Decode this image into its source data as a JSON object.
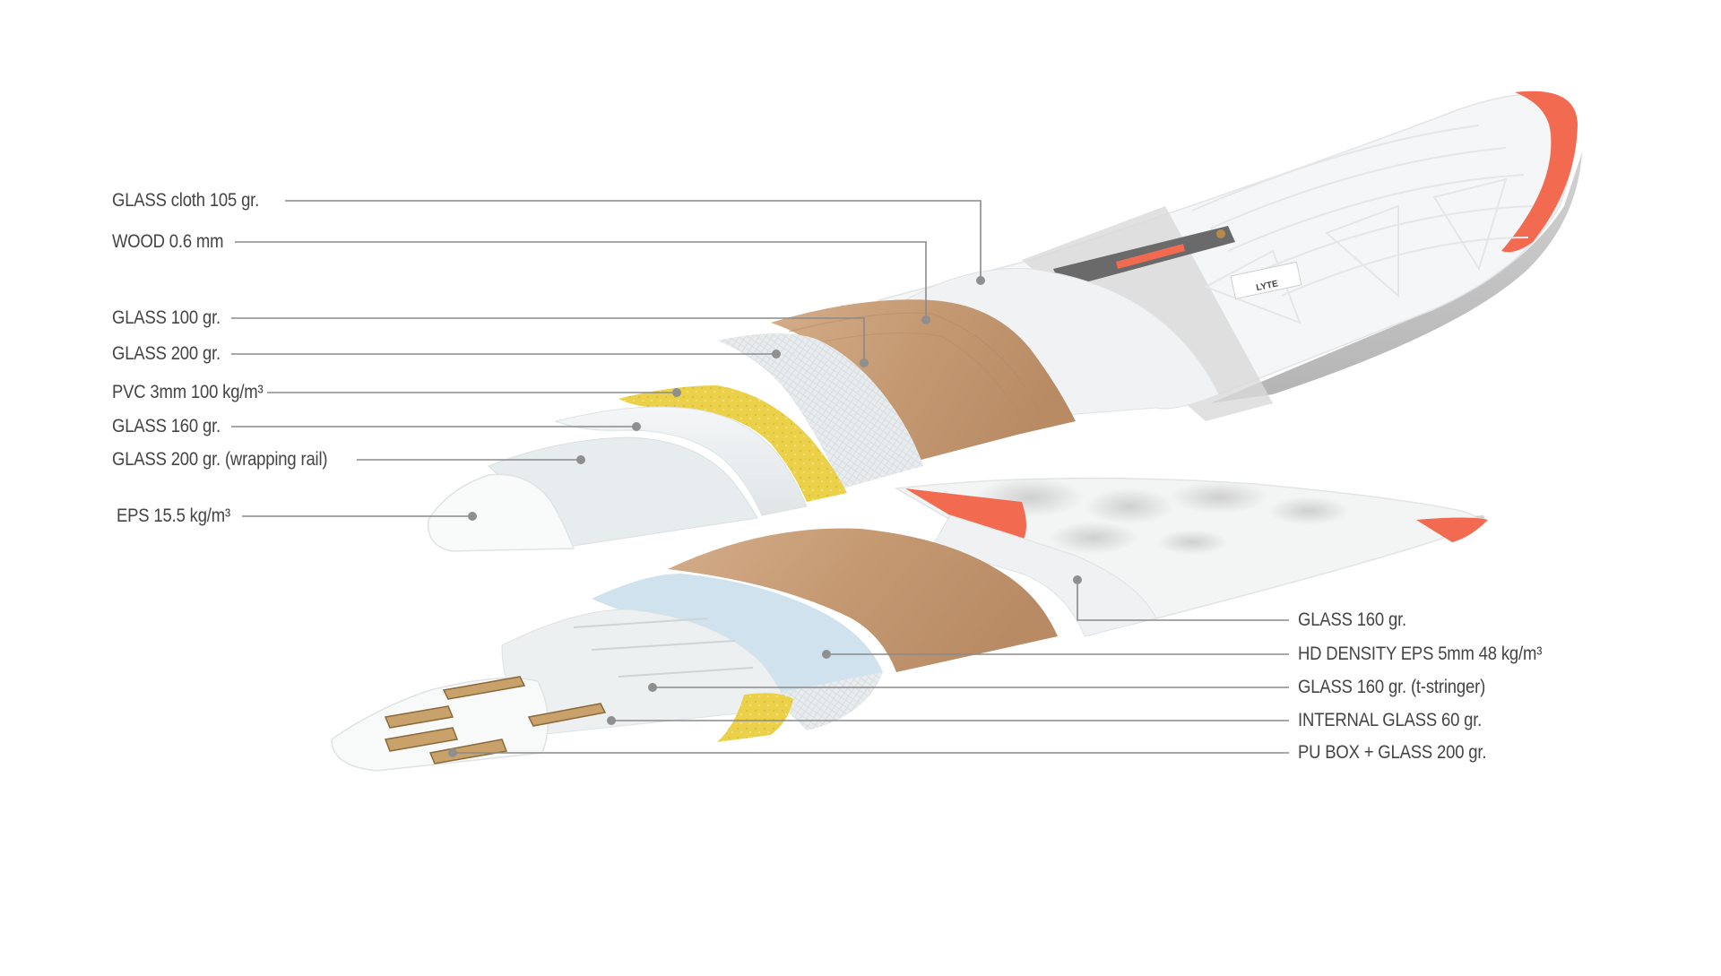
{
  "labels": {
    "top": [
      {
        "id": "glass-cloth-105",
        "text": "GLASS cloth 105 gr."
      },
      {
        "id": "wood-06",
        "text": "WOOD 0.6 mm"
      },
      {
        "id": "glass-100",
        "text": "GLASS 100 gr."
      },
      {
        "id": "glass-200",
        "text": "GLASS 200 gr."
      },
      {
        "id": "pvc-3mm",
        "text": "PVC 3mm 100 kg/m³"
      },
      {
        "id": "glass-160",
        "text": "GLASS 160 gr."
      },
      {
        "id": "glass-200-wrap",
        "text": "GLASS 200 gr. (wrapping rail)"
      },
      {
        "id": "eps-155",
        "text": "EPS 15.5 kg/m³"
      }
    ],
    "bottom": [
      {
        "id": "b-glass-160",
        "text": "GLASS 160 gr."
      },
      {
        "id": "hd-density",
        "text": "HD DENSITY EPS 5mm 48 kg/m³"
      },
      {
        "id": "glass-160-stringer",
        "text": "GLASS 160 gr. (t-stringer)"
      },
      {
        "id": "internal-glass",
        "text": "INTERNAL GLASS 60 gr."
      },
      {
        "id": "pu-box",
        "text": "PU BOX + GLASS 200 gr."
      }
    ]
  },
  "brand_text": "LYTE",
  "colors": {
    "accent": "#f26a4f",
    "wood": "#c9a17d",
    "pvc": "#ecd24a",
    "glass": "#e9eef0",
    "hd_density": "#cfe2ee",
    "rail_grey": "#c4c4c4",
    "leader": "#8a8a8a",
    "text": "#444444"
  }
}
